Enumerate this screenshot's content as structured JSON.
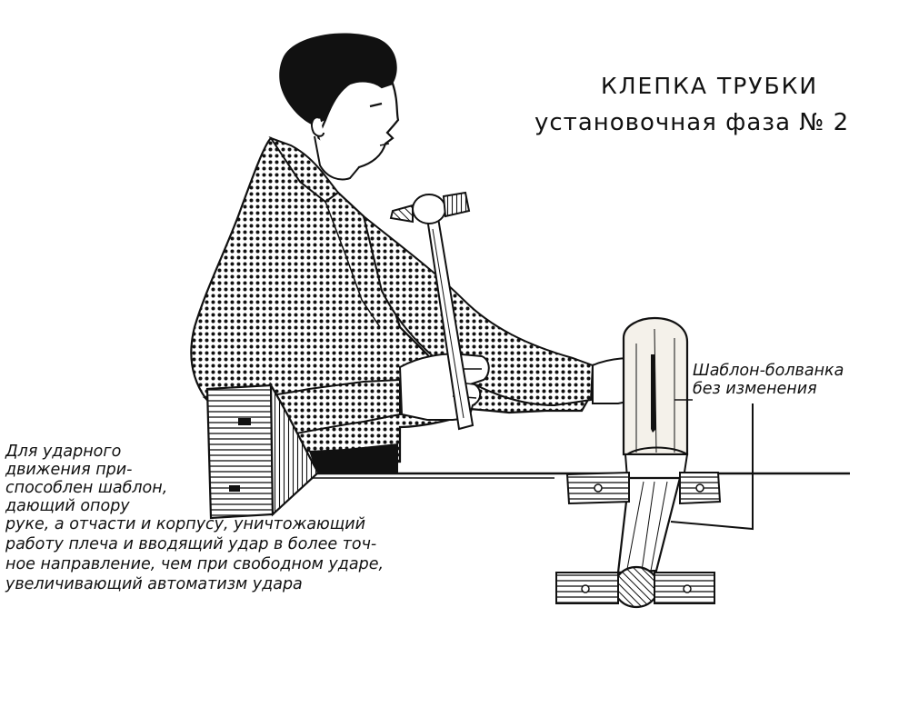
{
  "title": {
    "line1": "КЛЕПКА ТРУБКИ",
    "line2": "установочная фаза № 2"
  },
  "label_template": {
    "line1": "Шаблон-болванка",
    "line2": "без изменения"
  },
  "label_support": {
    "lines": [
      "Для ударного",
      "движения при-",
      "способлен шаблон,",
      "дающий опору",
      "руке, а отчасти и корпусу, уничтожающий",
      "работу плеча и вводящий удар в более точ-",
      "ное направление, чем при свободном ударе,",
      "увеличивающий автоматизм удара"
    ]
  },
  "colors": {
    "ink": "#111111",
    "paper": "#ffffff",
    "wood": "#f4f1ea"
  }
}
